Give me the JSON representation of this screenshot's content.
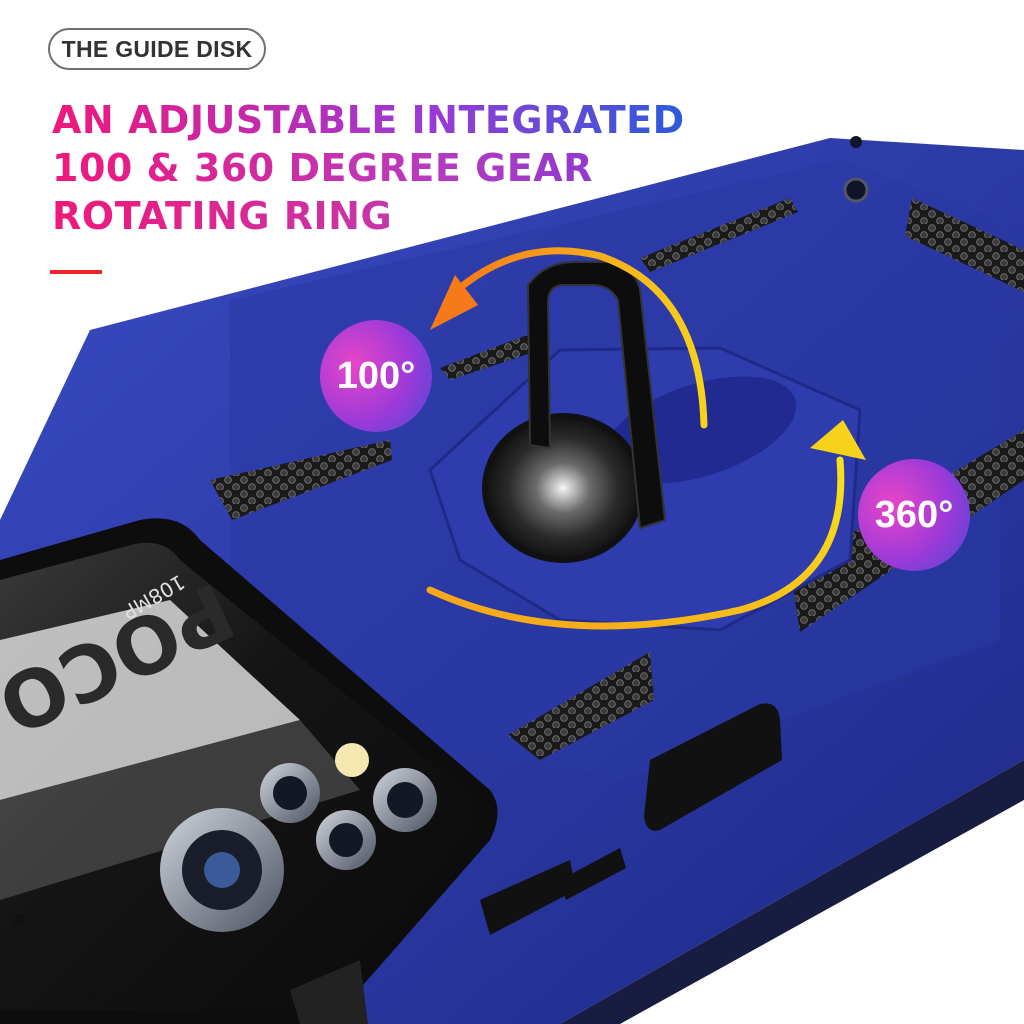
{
  "tag_label": "THE GUIDE DISK",
  "headline": {
    "line1": "AN ADJUSTABLE INTEGRATED",
    "line2": "100 & 360 DEGREE GEAR",
    "line3": "ROTATING RING"
  },
  "badges": {
    "small_angle": "100°",
    "full_angle": "360°"
  },
  "phone": {
    "brand": "POCO",
    "camera_text": "108MP"
  },
  "colors": {
    "case_blue": "#2c3aa6",
    "accent_red": "#e8262a",
    "gradient_pink": "#f0187a",
    "gradient_purple": "#7a3ad6",
    "gradient_blue": "#2a5bd8",
    "arrow_orange": "#f7a21a",
    "arrow_yellow": "#f7d21a"
  }
}
